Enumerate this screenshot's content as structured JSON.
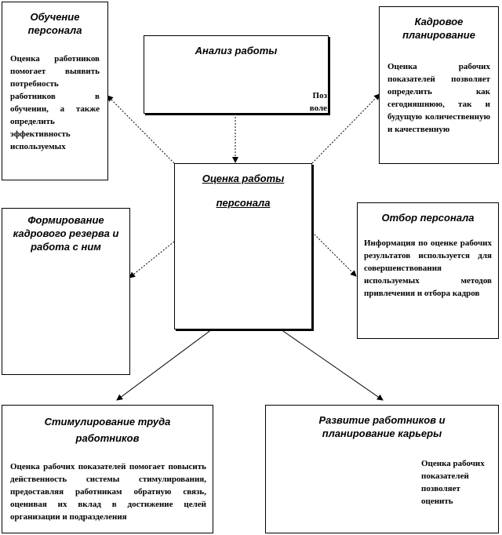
{
  "boxes": {
    "training": {
      "title": "Обучение персонала",
      "text": "Оценка работников помогает выявить потребность работников в обучении, а также определить эффективность используемых"
    },
    "planning": {
      "title": "Кадровое планирование",
      "text": "Оценка рабочих показателей позволяет определить как сегодняшнюю, так и будущую количественную и качественную"
    },
    "analysis": {
      "title": "Анализ работы",
      "text": "Поз воле"
    },
    "center": {
      "title_line1": "Оценка работы",
      "title_line2": "персонала"
    },
    "reserve": {
      "title": "Формирование кадрового резерва и работа с ним"
    },
    "selection": {
      "title": "Отбор персонала",
      "text": "Информация по оценке рабочих результатов используется для совершенствования используемых методов привлечения и отбора кадров"
    },
    "stimulation": {
      "title": "Стимулирование труда работников",
      "text": "Оценка рабочих показателей помогает повысить действенность системы стимулирования, предоставляя работникам обратную связь, оценивая их вклад в достижение целей организации и подразделения"
    },
    "development": {
      "title": "Развитие работников и планирование карьеры",
      "text": "Оценка рабочих показателей позволяет оценить"
    }
  }
}
